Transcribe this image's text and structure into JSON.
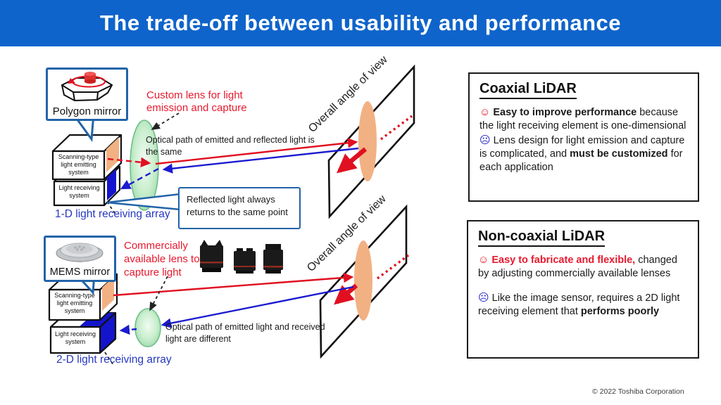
{
  "slide": {
    "title": "The trade-off between usability and performance"
  },
  "colors": {
    "header_bg": "#0f64cb",
    "beam_red": "#e01020",
    "beam_blue": "#1b1bd0",
    "accent_red_text": "#e8192e",
    "array_label_blue": "#2638c0",
    "callout_border_blue": "#2264a8",
    "lens_green": "#b8e6c4",
    "screen_peach": "#f2b183",
    "detector_blue": "#1414cc"
  },
  "coaxial_diagram": {
    "mirror_label": "Polygon mirror",
    "lens_note": "Custom lens for light emission and capture",
    "path_note": "Optical path of emitted and reflected light is the same",
    "callout_note": "Reflected light always returns to the same point",
    "emitter_label": "Scanning-type light emitting system",
    "receiver_label": "Light receiving system",
    "array_label": "1-D light receiving array",
    "fov_label": "Overall angle of view"
  },
  "noncoaxial_diagram": {
    "mirror_label": "MEMS mirror",
    "lens_note": "Commercially available lens to capture light",
    "path_note": "Optical path of emitted light and received light are different",
    "emitter_label": "Scanning-type light emitting system",
    "receiver_label": "Light receiving system",
    "array_label": "2-D light receiving array",
    "fov_label": "Overall angle of view"
  },
  "panels": {
    "coaxial": {
      "title": "Coaxial LiDAR",
      "pro_icon": "☺",
      "pro_bold": "Easy to improve performance",
      "pro_rest": " because the light receiving element is one-dimensional",
      "con_icon": "☹",
      "con_pre": "Lens design for light emission and capture is complicated, and ",
      "con_bold": "must be customized",
      "con_post": " for each application"
    },
    "noncoaxial": {
      "title": "Non-coaxial LiDAR",
      "pro_icon": "☺",
      "pro_bold": "Easy to fabricate and flexible,",
      "pro_rest": " changed by adjusting commercially available lenses",
      "con_icon": "☹",
      "con_pre": "Like the image sensor, requires a 2D light receiving element that ",
      "con_bold": "performs poorly",
      "con_post": ""
    }
  },
  "footer": {
    "copyright": "© 2022 Toshiba Corporation"
  }
}
